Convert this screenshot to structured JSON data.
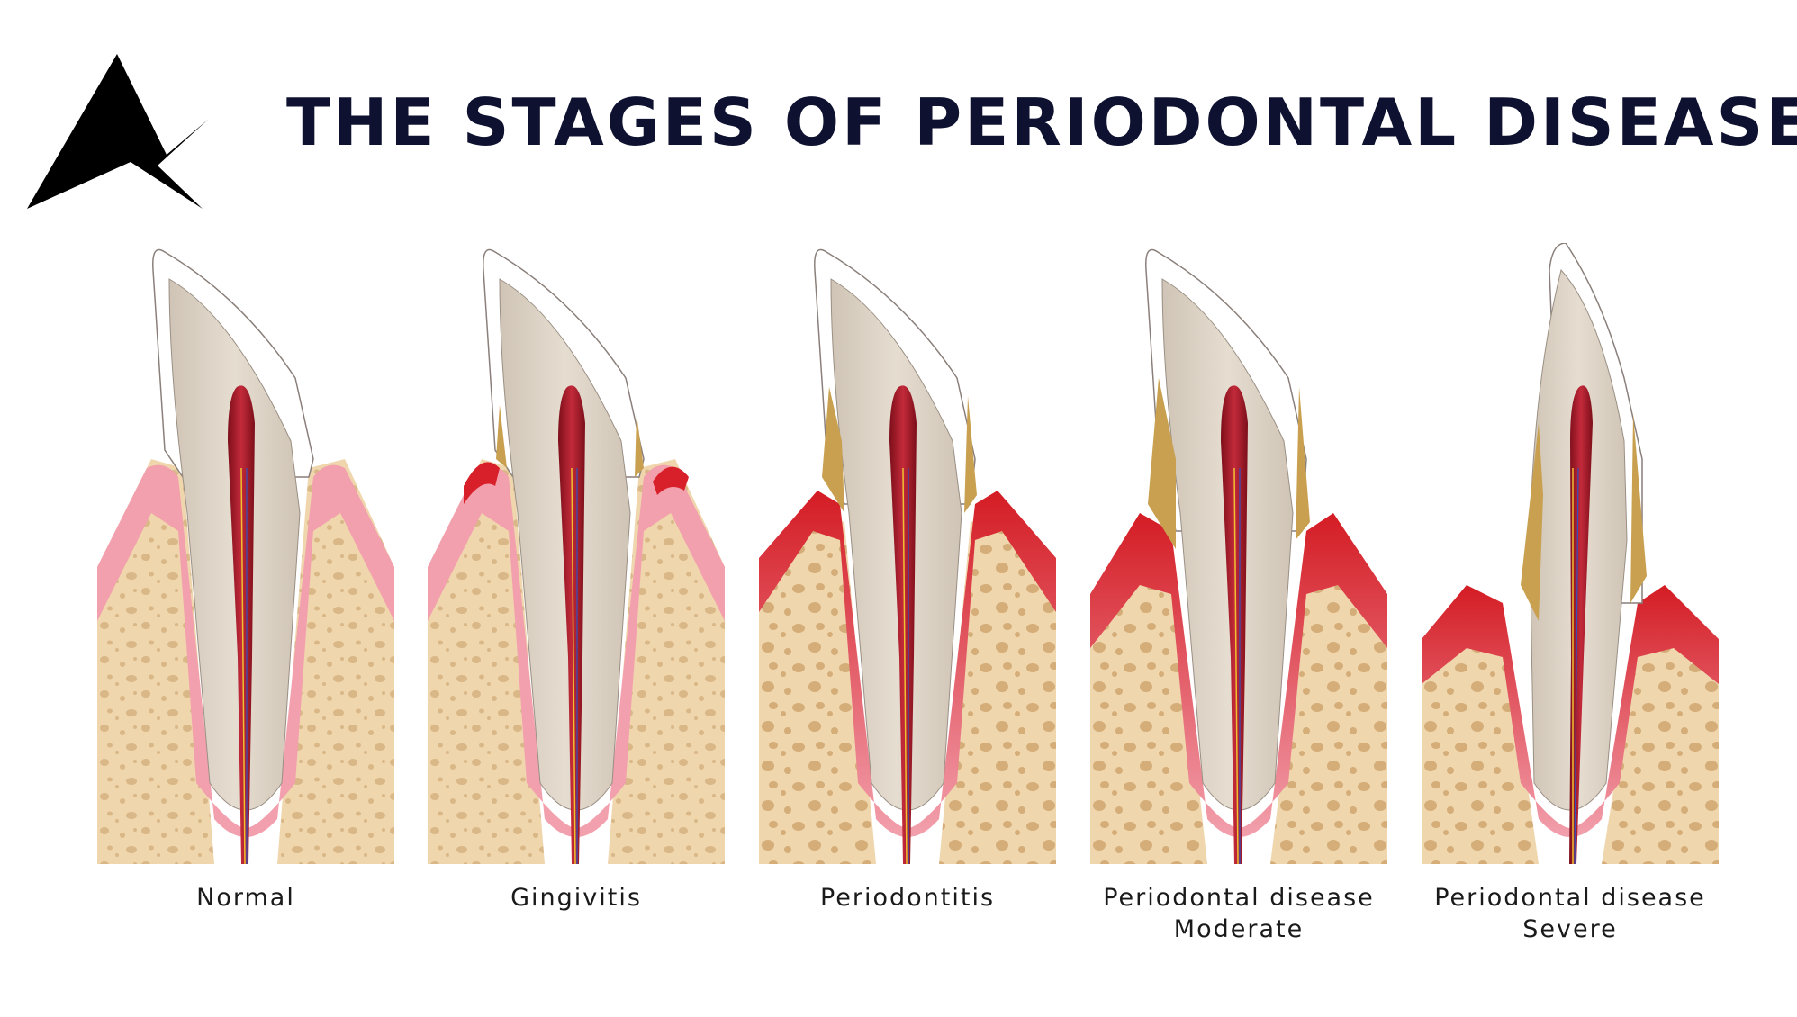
{
  "title": "THE STAGES OF PERIODONTAL DISEASE",
  "colors": {
    "title": "#0e1230",
    "bone": "#f0d6ad",
    "bone_pore": "#d9b787",
    "gum": "#f2a0ad",
    "gum_inflamed": "#d8202a",
    "enamel": "#ffffff",
    "dentin": "#ddd3c6",
    "pulp": "#9e1624",
    "tartar": "#c8a050"
  },
  "stages": [
    {
      "label_line1": "Normal",
      "label_line2": ""
    },
    {
      "label_line1": "Gingivitis",
      "label_line2": ""
    },
    {
      "label_line1": "Periodontitis",
      "label_line2": ""
    },
    {
      "label_line1": "Periodontal disease",
      "label_line2": "Moderate"
    },
    {
      "label_line1": "Periodontal disease",
      "label_line2": "Severe"
    }
  ]
}
